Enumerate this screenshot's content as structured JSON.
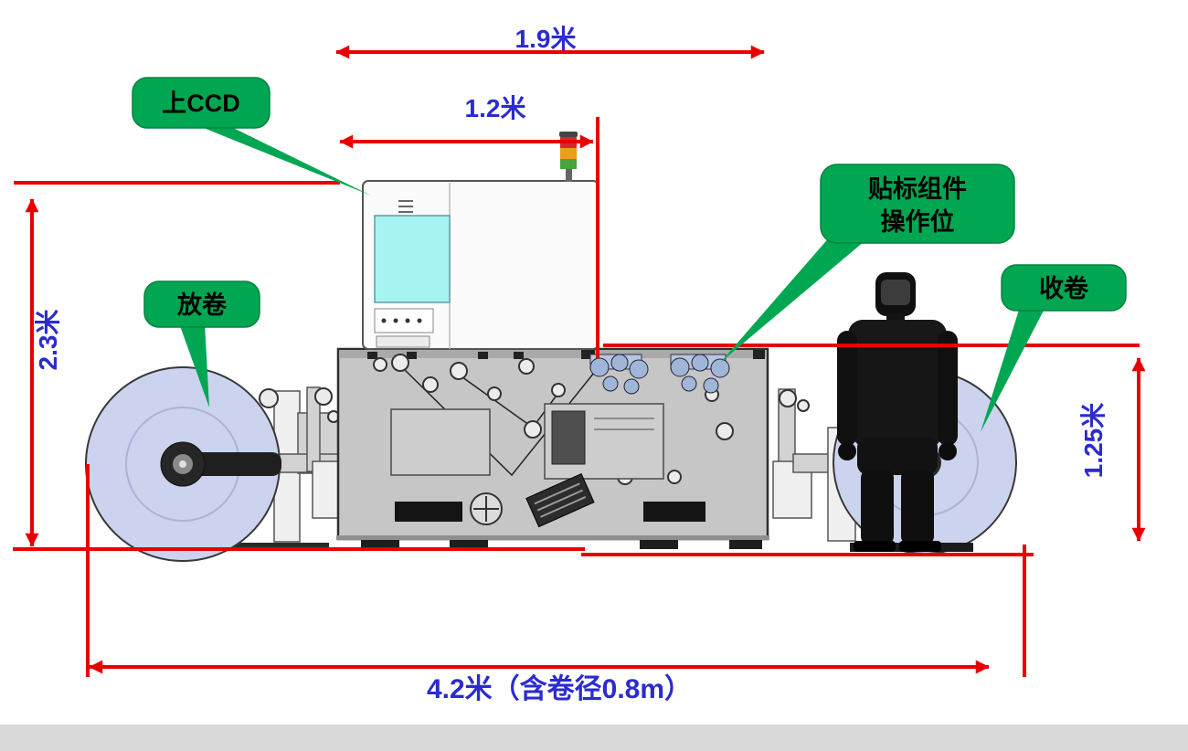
{
  "diagram": {
    "type": "machine-dimension-drawing",
    "description": "labeling machine side elevation with dimensions"
  },
  "dimensions": {
    "top_width": "1.9米",
    "upper_width": "1.2米",
    "left_height": "2.3米",
    "right_height": "1.25米",
    "total_width": "4.2米（含卷径0.8m）"
  },
  "callouts": {
    "ccd": "上CCD",
    "unwind": "放卷",
    "labeling_line1": "贴标组件",
    "labeling_line2": "操作位",
    "rewind": "收卷"
  },
  "colors": {
    "dimension_line": "#e80000",
    "dimension_text": "#2b2bd0",
    "callout_bg": "#00a651",
    "callout_text": "#000000",
    "ccd_screen": "#a7f3f1",
    "roll_fill": "#ccd3ee",
    "machine_body": "#c6c6c6",
    "lamp_red": "#d42a2a",
    "lamp_yellow": "#e8a21a",
    "lamp_green": "#49a33c"
  }
}
